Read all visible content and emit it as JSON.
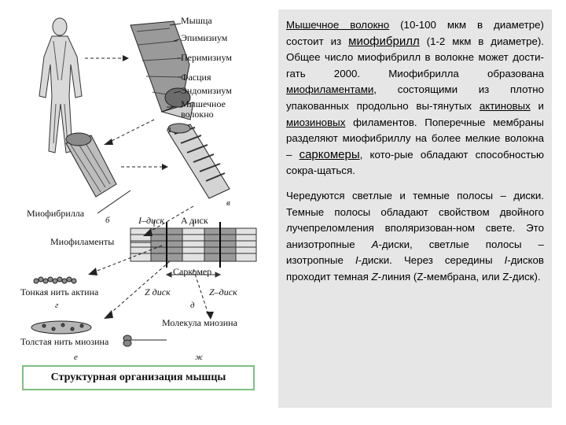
{
  "figure": {
    "labels": {
      "muscle": "Мышца",
      "epimysium": "Эпимизиум",
      "perimysium": "Перимизиум",
      "fascia": "Фасция",
      "endomysium": "Эндомизиум",
      "fiber_line1": "Мышечное",
      "fiber_line2": "волокно",
      "myofibril": "Миофибрилла",
      "i_disk": "I–диск",
      "a_disk": "A диск",
      "myofilaments": "Миофиламенты",
      "sarcomere": "Саркомер",
      "z_disk": "Z диск",
      "z_disk2": "Z–диск",
      "thin_actin": "Тонкая нить актина",
      "thick_myosin": "Толстая нить миозина",
      "myosin_molecule": "Молекула миозина"
    },
    "letters": {
      "a": "а",
      "b": "б",
      "v": "в",
      "g": "г",
      "d": "д",
      "e": "е",
      "zh": "ж"
    },
    "caption": "Структурная организация мышцы"
  },
  "text": {
    "p1": [
      {
        "t": "Мышечное волокно",
        "style": "u"
      },
      {
        "t": " (10-100 мкм в диаметре) состоит из "
      },
      {
        "t": "миофибрилл",
        "style": "u big"
      },
      {
        "t": " (1-2 мкм в диаметре). Общее число миофибрилл в волокне может дости-гать 2000. Миофибрилла образована "
      },
      {
        "t": "миофиламентами",
        "style": "u"
      },
      {
        "t": ", состоящими из плотно упакованных продольно вы-тянутых "
      },
      {
        "t": "актиновых",
        "style": "u"
      },
      {
        "t": " и "
      },
      {
        "t": "миозиновых",
        "style": "u"
      },
      {
        "t": " филаментов. Поперечные мембраны разделяют миофибриллу на более мелкие волокна – "
      },
      {
        "t": "саркомеры",
        "style": "u big"
      },
      {
        "t": ", кото-рые обладают способностью сокра-щаться."
      }
    ],
    "p2": [
      {
        "t": "Чередуются светлые и темные полосы – диски. Темные полосы обладают свойством двойного лучепреломления вполяризован-ном свете. Это анизотропные "
      },
      {
        "t": "А",
        "style": "em"
      },
      {
        "t": "-диски, светлые полосы – изотропные "
      },
      {
        "t": "I",
        "style": "em"
      },
      {
        "t": "-диски. Через середины "
      },
      {
        "t": "I",
        "style": "em"
      },
      {
        "t": "-дисков проходит темная "
      },
      {
        "t": "Z",
        "style": "em"
      },
      {
        "t": "-линия (Z-мембрана, или Z-диск)."
      }
    ]
  }
}
